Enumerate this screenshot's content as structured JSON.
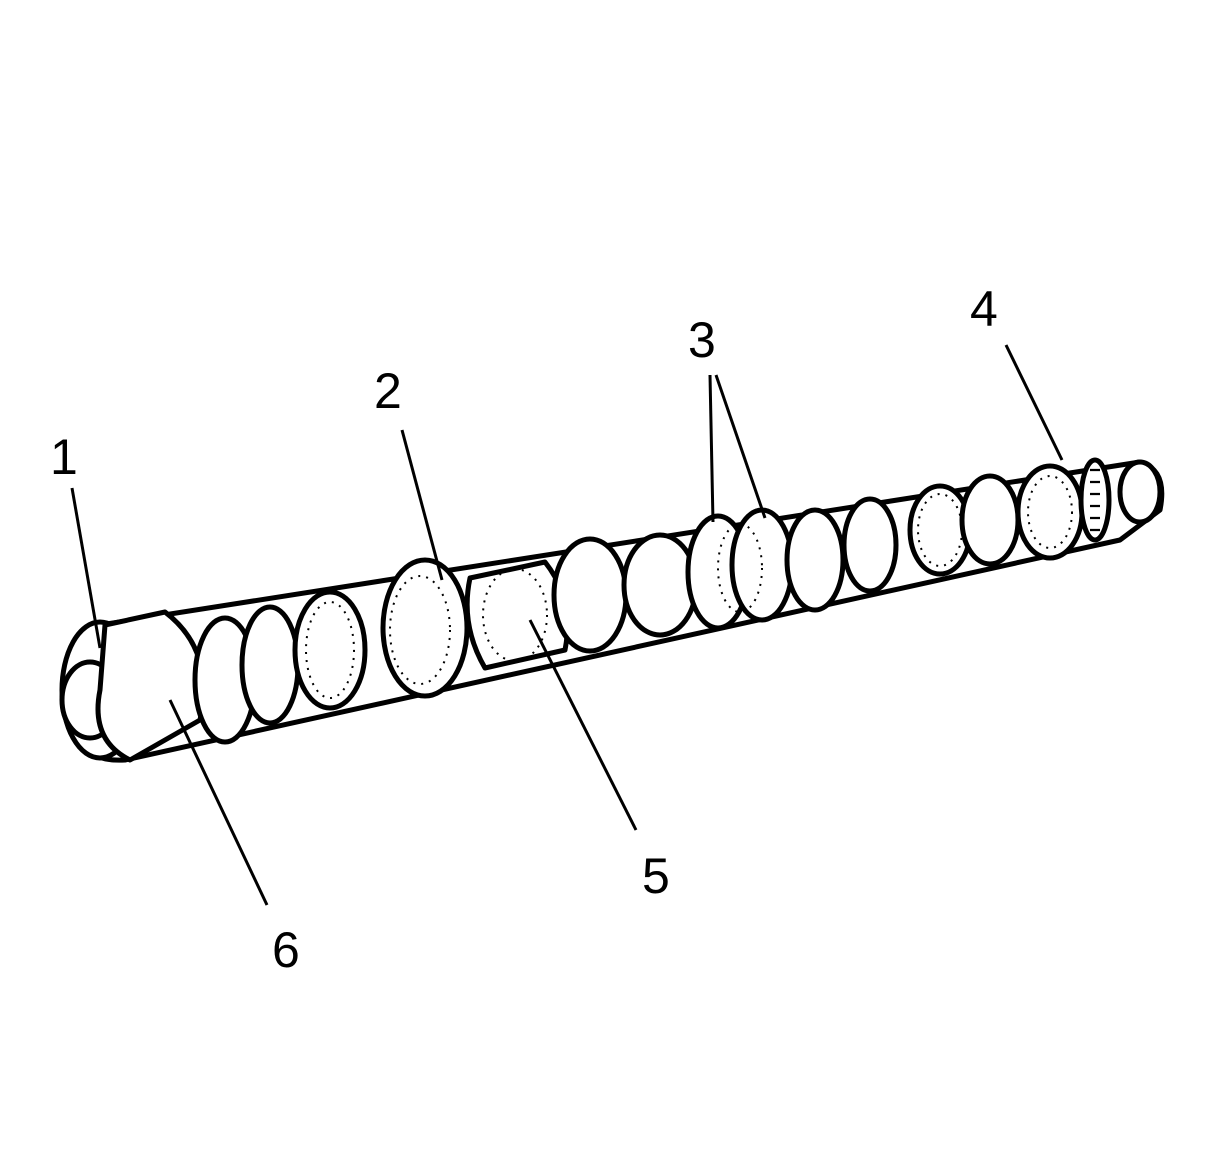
{
  "diagram": {
    "subject": "camshaft",
    "callouts": [
      {
        "id": "1",
        "text": "1"
      },
      {
        "id": "2",
        "text": "2"
      },
      {
        "id": "3",
        "text": "3"
      },
      {
        "id": "4",
        "text": "4"
      },
      {
        "id": "5",
        "text": "5"
      },
      {
        "id": "6",
        "text": "6"
      }
    ],
    "colors": {
      "line": "#000000",
      "background": "#ffffff"
    }
  }
}
